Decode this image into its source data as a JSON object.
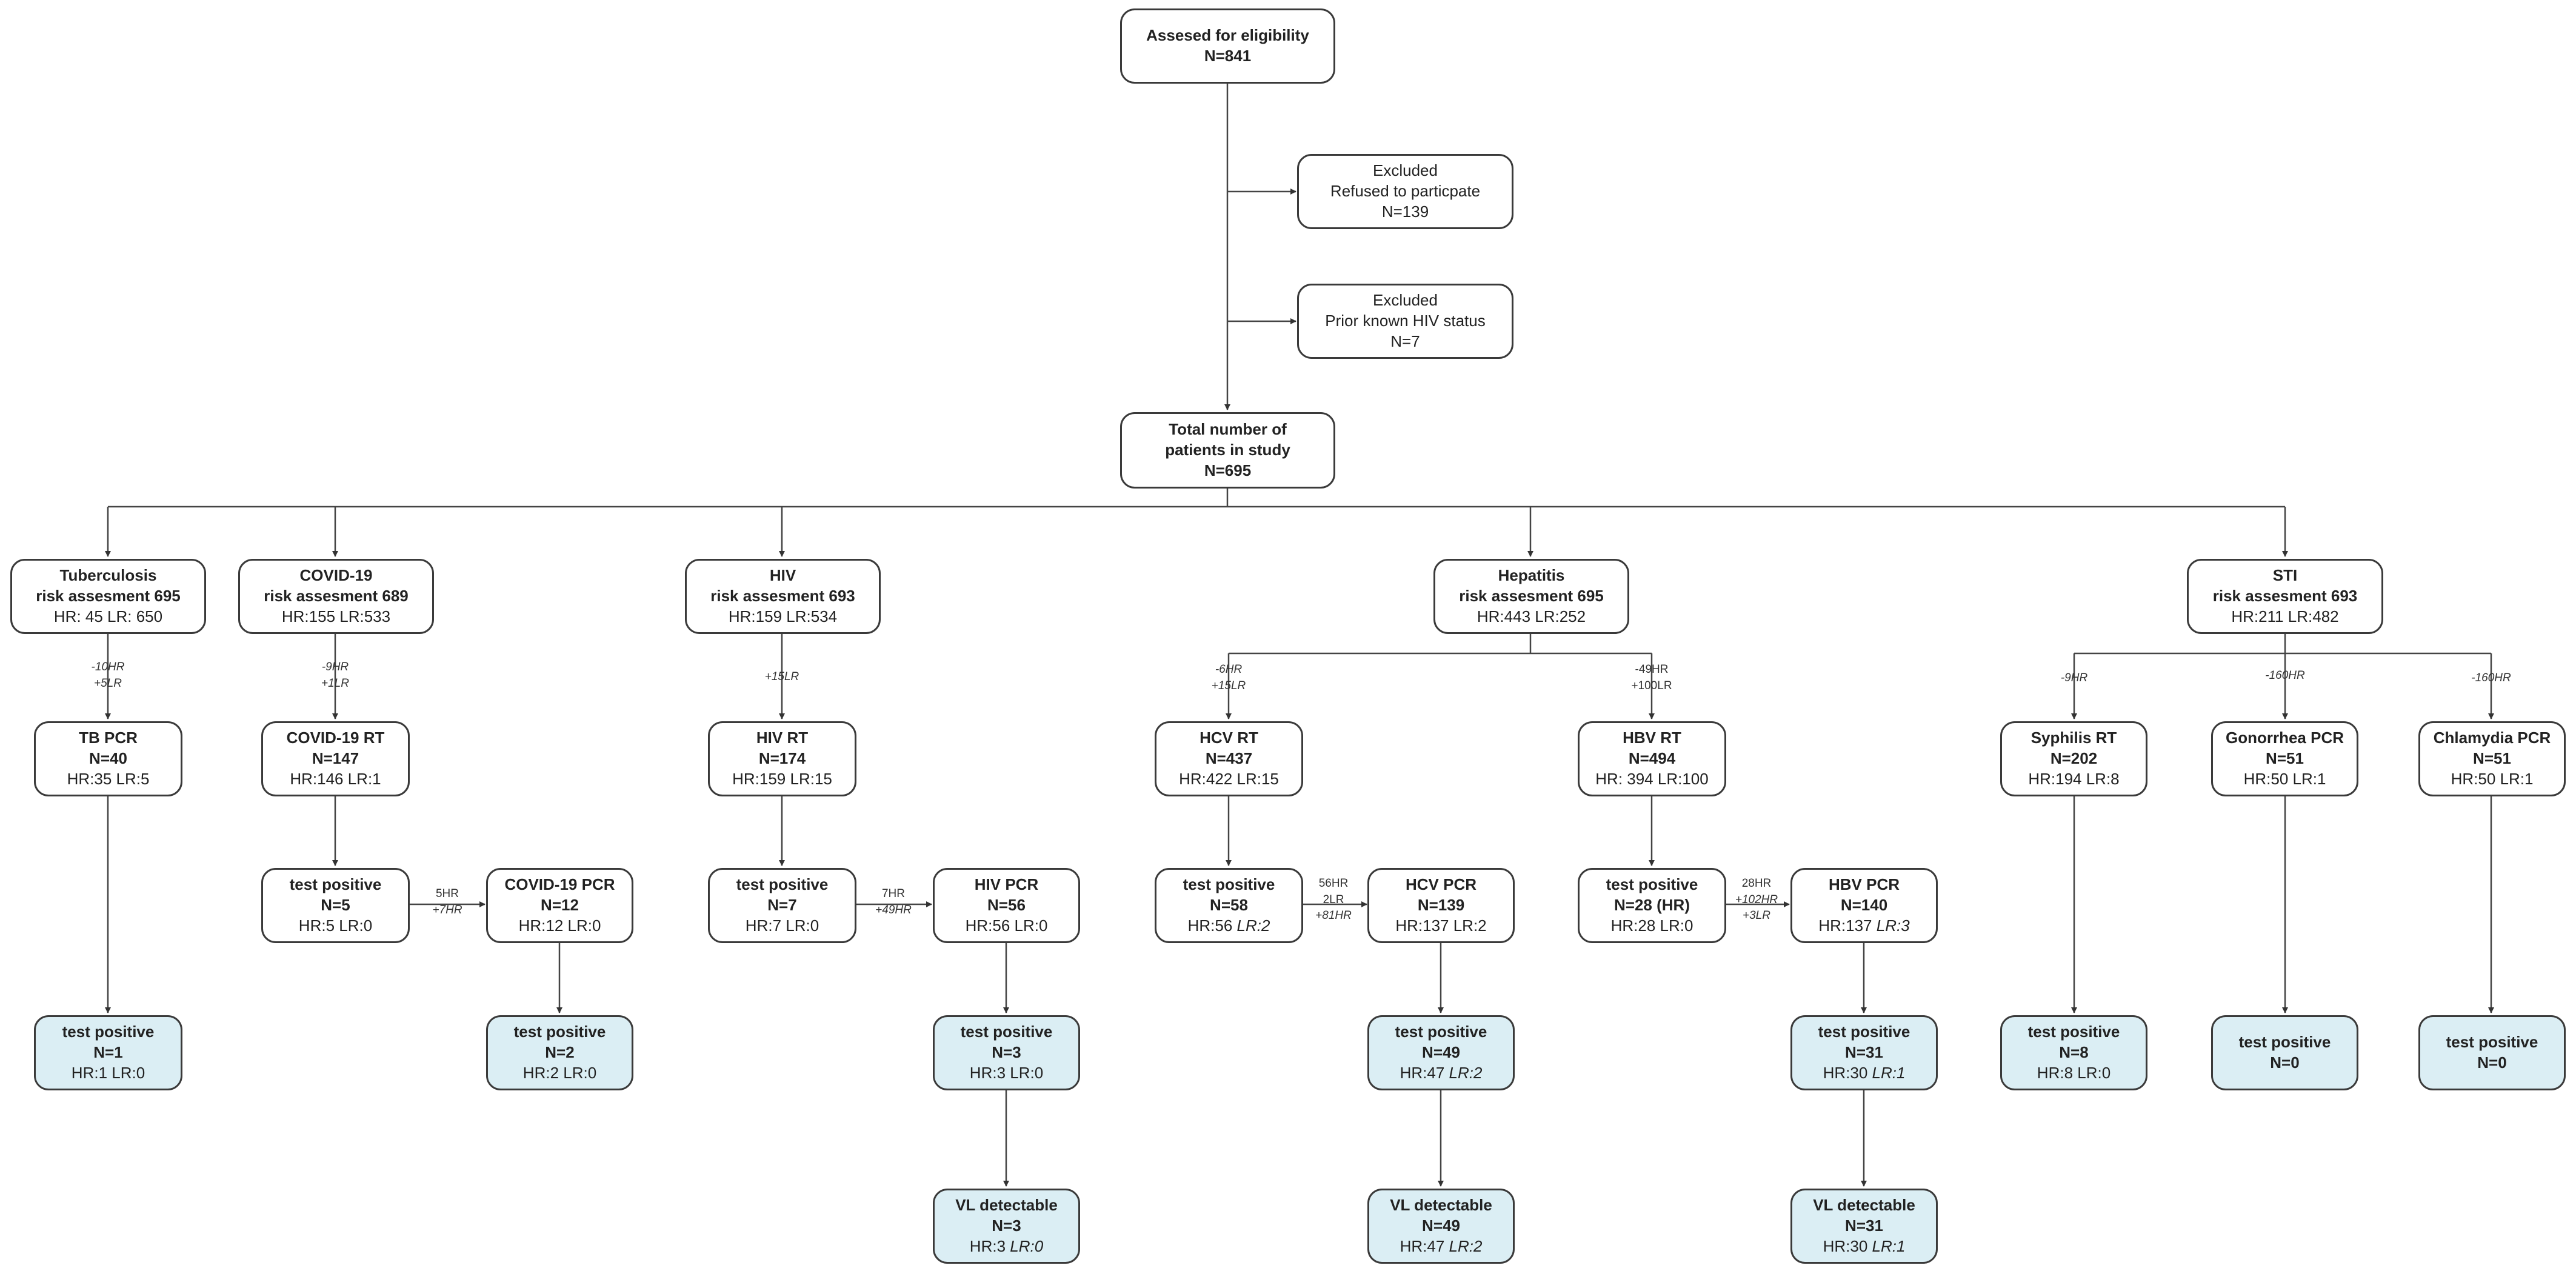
{
  "eligibility": {
    "title": "Assesed for eligibility",
    "n": "N=841"
  },
  "excluded_refused": {
    "l1": "Excluded",
    "l2": "Refused to particpate",
    "l3": "N=139"
  },
  "excluded_hiv": {
    "l1": "Excluded",
    "l2": "Prior known HIV status",
    "l3": "N=7"
  },
  "total": {
    "l1": "Total number of",
    "l2": "patients in study",
    "l3": "N=695"
  },
  "tb": {
    "risk": {
      "l1": "Tuberculosis",
      "l2": "risk assesment 695",
      "l3": "HR: 45 LR: 650"
    },
    "arrow": {
      "a": "-10HR",
      "b": "+5LR"
    },
    "pcr": {
      "l1": "TB PCR",
      "l2": "N=40",
      "l3": "HR:35 LR:5"
    },
    "positive": {
      "l1": "test positive",
      "l2": "N=1",
      "l3": "HR:1 LR:0"
    }
  },
  "covid": {
    "risk": {
      "l1": "COVID-19",
      "l2": "risk assesment 689",
      "l3": "HR:155 LR:533"
    },
    "arrow": {
      "a": "-9HR",
      "b": "+1LR"
    },
    "rt": {
      "l1": "COVID-19 RT",
      "l2": "N=147",
      "l3": "HR:146 LR:1"
    },
    "rt_positive": {
      "l1": "test positive",
      "l2": "N=5",
      "l3": "HR:5 LR:0"
    },
    "arrow2": {
      "a": "5HR",
      "b": "+7HR"
    },
    "pcr": {
      "l1": "COVID-19 PCR",
      "l2": "N=12",
      "l3": "HR:12 LR:0"
    },
    "positive": {
      "l1": "test positive",
      "l2": "N=2",
      "l3": "HR:2 LR:0"
    }
  },
  "hiv": {
    "risk": {
      "l1": "HIV",
      "l2": "risk assesment 693",
      "l3": "HR:159 LR:534"
    },
    "arrow": {
      "a": "+15LR"
    },
    "rt": {
      "l1": "HIV RT",
      "l2": "N=174",
      "l3": "HR:159 LR:15"
    },
    "rt_positive": {
      "l1": "test positive",
      "l2": "N=7",
      "l3": "HR:7 LR:0"
    },
    "arrow2": {
      "a": "7HR",
      "b": "+49HR"
    },
    "pcr": {
      "l1": "HIV PCR",
      "l2": "N=56",
      "l3": "HR:56 LR:0"
    },
    "positive": {
      "l1": "test positive",
      "l2": "N=3",
      "l3": "HR:3 LR:0"
    },
    "vl": {
      "l1": "VL detectable",
      "l2": "N=3",
      "l3a": "HR:3 ",
      "l3b": "LR:0"
    }
  },
  "hepatitis": {
    "risk": {
      "l1": "Hepatitis",
      "l2": "risk assesment 695",
      "l3": "HR:443 LR:252"
    },
    "hcv_arrow": {
      "a": "-6HR",
      "b": "+15LR"
    },
    "hbv_arrow": {
      "a": "-49HR",
      "b": "+100LR"
    },
    "hcv_rt": {
      "l1": "HCV RT",
      "l2": "N=437",
      "l3": "HR:422 LR:15"
    },
    "hcv_rt_positive": {
      "l1": "test positive",
      "l2": "N=58",
      "l3a": "HR:56 ",
      "l3b": "LR:2"
    },
    "hcv_arrow2": {
      "a": "56HR",
      "b": "2LR",
      "c": "+81HR"
    },
    "hcv_pcr": {
      "l1": "HCV PCR",
      "l2": "N=139",
      "l3": "HR:137 LR:2"
    },
    "hcv_positive": {
      "l1": "test positive",
      "l2": "N=49",
      "l3a": "HR:47 ",
      "l3b": "LR:2"
    },
    "hcv_vl": {
      "l1": "VL detectable",
      "l2": "N=49",
      "l3a": "HR:47 ",
      "l3b": "LR:2"
    },
    "hbv_rt": {
      "l1": "HBV RT",
      "l2": "N=494",
      "l3": "HR: 394 LR:100"
    },
    "hbv_rt_positive": {
      "l1": "test positive",
      "l2": "N=28 (HR)",
      "l3": "HR:28 LR:0"
    },
    "hbv_arrow2": {
      "a": "28HR",
      "b": "+102HR",
      "c": "+3LR"
    },
    "hbv_pcr": {
      "l1": "HBV PCR",
      "l2": "N=140",
      "l3a": "HR:137 ",
      "l3b": "LR:3"
    },
    "hbv_positive": {
      "l1": "test positive",
      "l2": "N=31",
      "l3a": "HR:30 ",
      "l3b": "LR:1"
    },
    "hbv_vl": {
      "l1": "VL detectable",
      "l2": "N=31",
      "l3a": "HR:30 ",
      "l3b": "LR:1"
    }
  },
  "sti": {
    "risk": {
      "l1": "STI",
      "l2": "risk assesment 693",
      "l3": "HR:211 LR:482"
    },
    "syphilis_arrow": {
      "a": "-9HR"
    },
    "gonorrhea_arrow": {
      "a": "-160HR"
    },
    "chlamydia_arrow": {
      "a": "-160HR"
    },
    "syphilis_rt": {
      "l1": "Syphilis RT",
      "l2": "N=202",
      "l3": "HR:194 LR:8"
    },
    "syphilis_positive": {
      "l1": "test positive",
      "l2": "N=8",
      "l3": "HR:8 LR:0"
    },
    "gonorrhea_pcr": {
      "l1": "Gonorrhea PCR",
      "l2": "N=51",
      "l3": "HR:50 LR:1"
    },
    "gonorrhea_positive": {
      "l1": "test positive",
      "l2": "N=0"
    },
    "chlamydia_pcr": {
      "l1": "Chlamydia PCR",
      "l2": "N=51",
      "l3": "HR:50 LR:1"
    },
    "chlamydia_positive": {
      "l1": "test positive",
      "l2": "N=0"
    }
  }
}
